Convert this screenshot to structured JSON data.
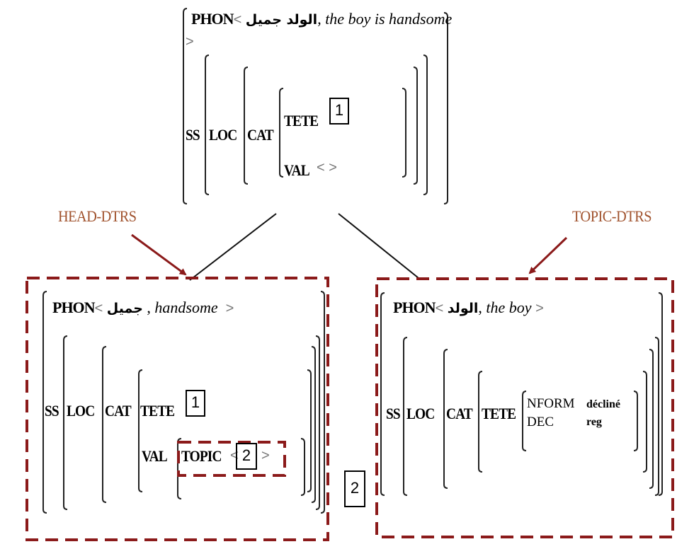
{
  "mother": {
    "phon_label": "PHON",
    "phon_open": "<",
    "phon_arabic": "الولد جميل",
    "phon_sep": ",",
    "phon_english": "the boy is handsome",
    "phon_close": ">",
    "ss": "SS",
    "loc": "LOC",
    "cat": "CAT",
    "tete": "TETE",
    "tete_tag": "1",
    "val": "VAL",
    "val_value": "<   >"
  },
  "labels": {
    "head_dtrs": "HEAD-DTRS",
    "topic_dtrs": "TOPIC-DTRS",
    "label_color": "#a0522d",
    "arrow_color": "#8b1a1a",
    "dash_color": "#8b1a1a"
  },
  "head_daughter": {
    "phon_label": "PHON",
    "phon_open": "<",
    "phon_arabic": "جميل",
    "phon_sep": ",",
    "phon_english": "handsome",
    "phon_close": ">",
    "ss": "SS",
    "loc": "LOC",
    "cat": "CAT",
    "tete": "TETE",
    "tete_tag": "1",
    "val": "VAL",
    "topic": "TOPIC",
    "topic_open": "<",
    "topic_tag": "2",
    "topic_close": ">"
  },
  "shared_tag": "2",
  "topic_daughter": {
    "phon_label": "PHON",
    "phon_open": "<",
    "phon_arabic": "الولد",
    "phon_sep": ",",
    "phon_english": "the boy",
    "phon_close": ">",
    "ss": "SS",
    "loc": "LOC",
    "cat": "CAT",
    "tete": "TETE",
    "nform": "NFORM",
    "nform_value": "décliné",
    "dec": "DEC",
    "dec_value": "reg"
  }
}
